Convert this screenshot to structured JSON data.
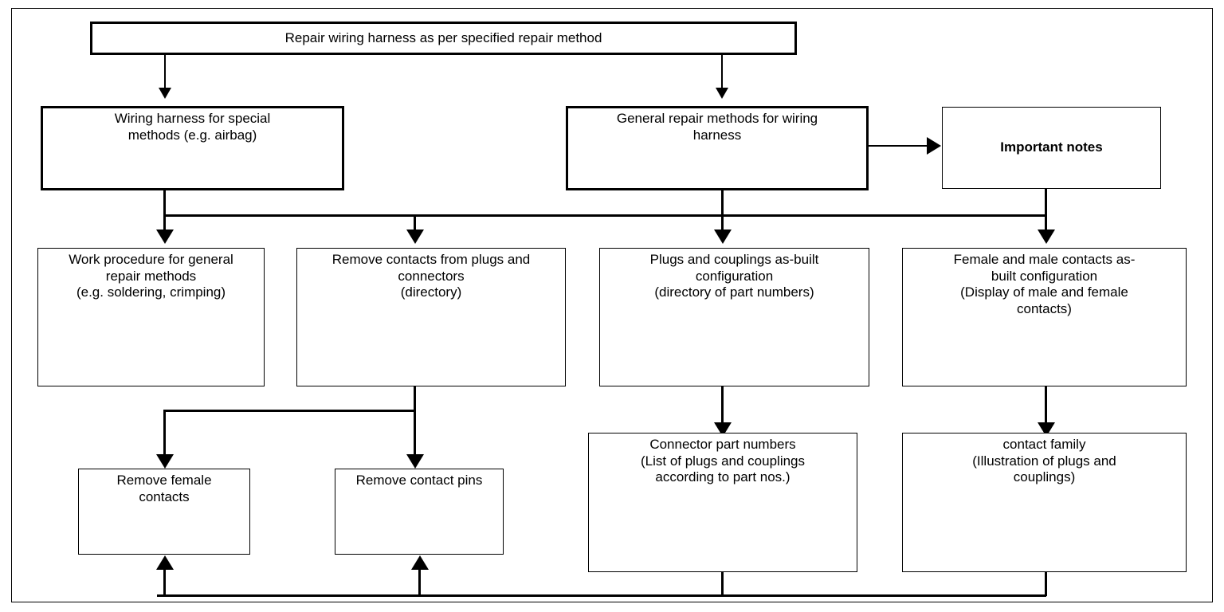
{
  "diagram": {
    "title_box": {
      "id": "repair-wiring-harness",
      "text": "Repair wiring harness as per specified repair method"
    },
    "nodes": [
      {
        "id": "wiring-harness-special",
        "lines": [
          "Wiring harness for special",
          "methods (e.g. airbag)"
        ],
        "bold": false
      },
      {
        "id": "general-repair-methods",
        "lines": [
          "General repair methods for wiring",
          "harness"
        ],
        "bold": false
      },
      {
        "id": "important-notes",
        "lines": [
          "Important notes"
        ],
        "bold": true
      },
      {
        "id": "work-procedure-general",
        "lines": [
          "Work procedure for general",
          "repair methods",
          "(e.g. soldering, crimping)"
        ],
        "bold": false
      },
      {
        "id": "remove-contacts-plugs",
        "lines": [
          "Remove contacts from plugs and",
          "connectors",
          "(directory)"
        ],
        "bold": false
      },
      {
        "id": "plugs-couplings-asbuilt",
        "lines": [
          "Plugs and couplings as-built",
          "configuration",
          "(directory of part numbers)"
        ],
        "bold": false
      },
      {
        "id": "female-male-contacts-asbuilt",
        "lines": [
          "Female and male contacts as-",
          "built configuration",
          "(Display of male and female",
          "contacts)"
        ],
        "bold": false
      },
      {
        "id": "remove-female-contacts",
        "lines": [
          "Remove female",
          "contacts"
        ],
        "bold": false
      },
      {
        "id": "remove-contact-pins",
        "lines": [
          "Remove contact pins"
        ],
        "bold": false
      },
      {
        "id": "connector-part-numbers",
        "lines": [
          "Connector part numbers",
          "(List of plugs and couplings",
          "according to part nos.)"
        ],
        "bold": false
      },
      {
        "id": "contact-family",
        "lines": [
          "contact family",
          "(Illustration of plugs and",
          "couplings)"
        ],
        "bold": false
      }
    ],
    "colors": {
      "stroke": "#000000",
      "fill": "#ffffff",
      "text": "#000000"
    }
  }
}
